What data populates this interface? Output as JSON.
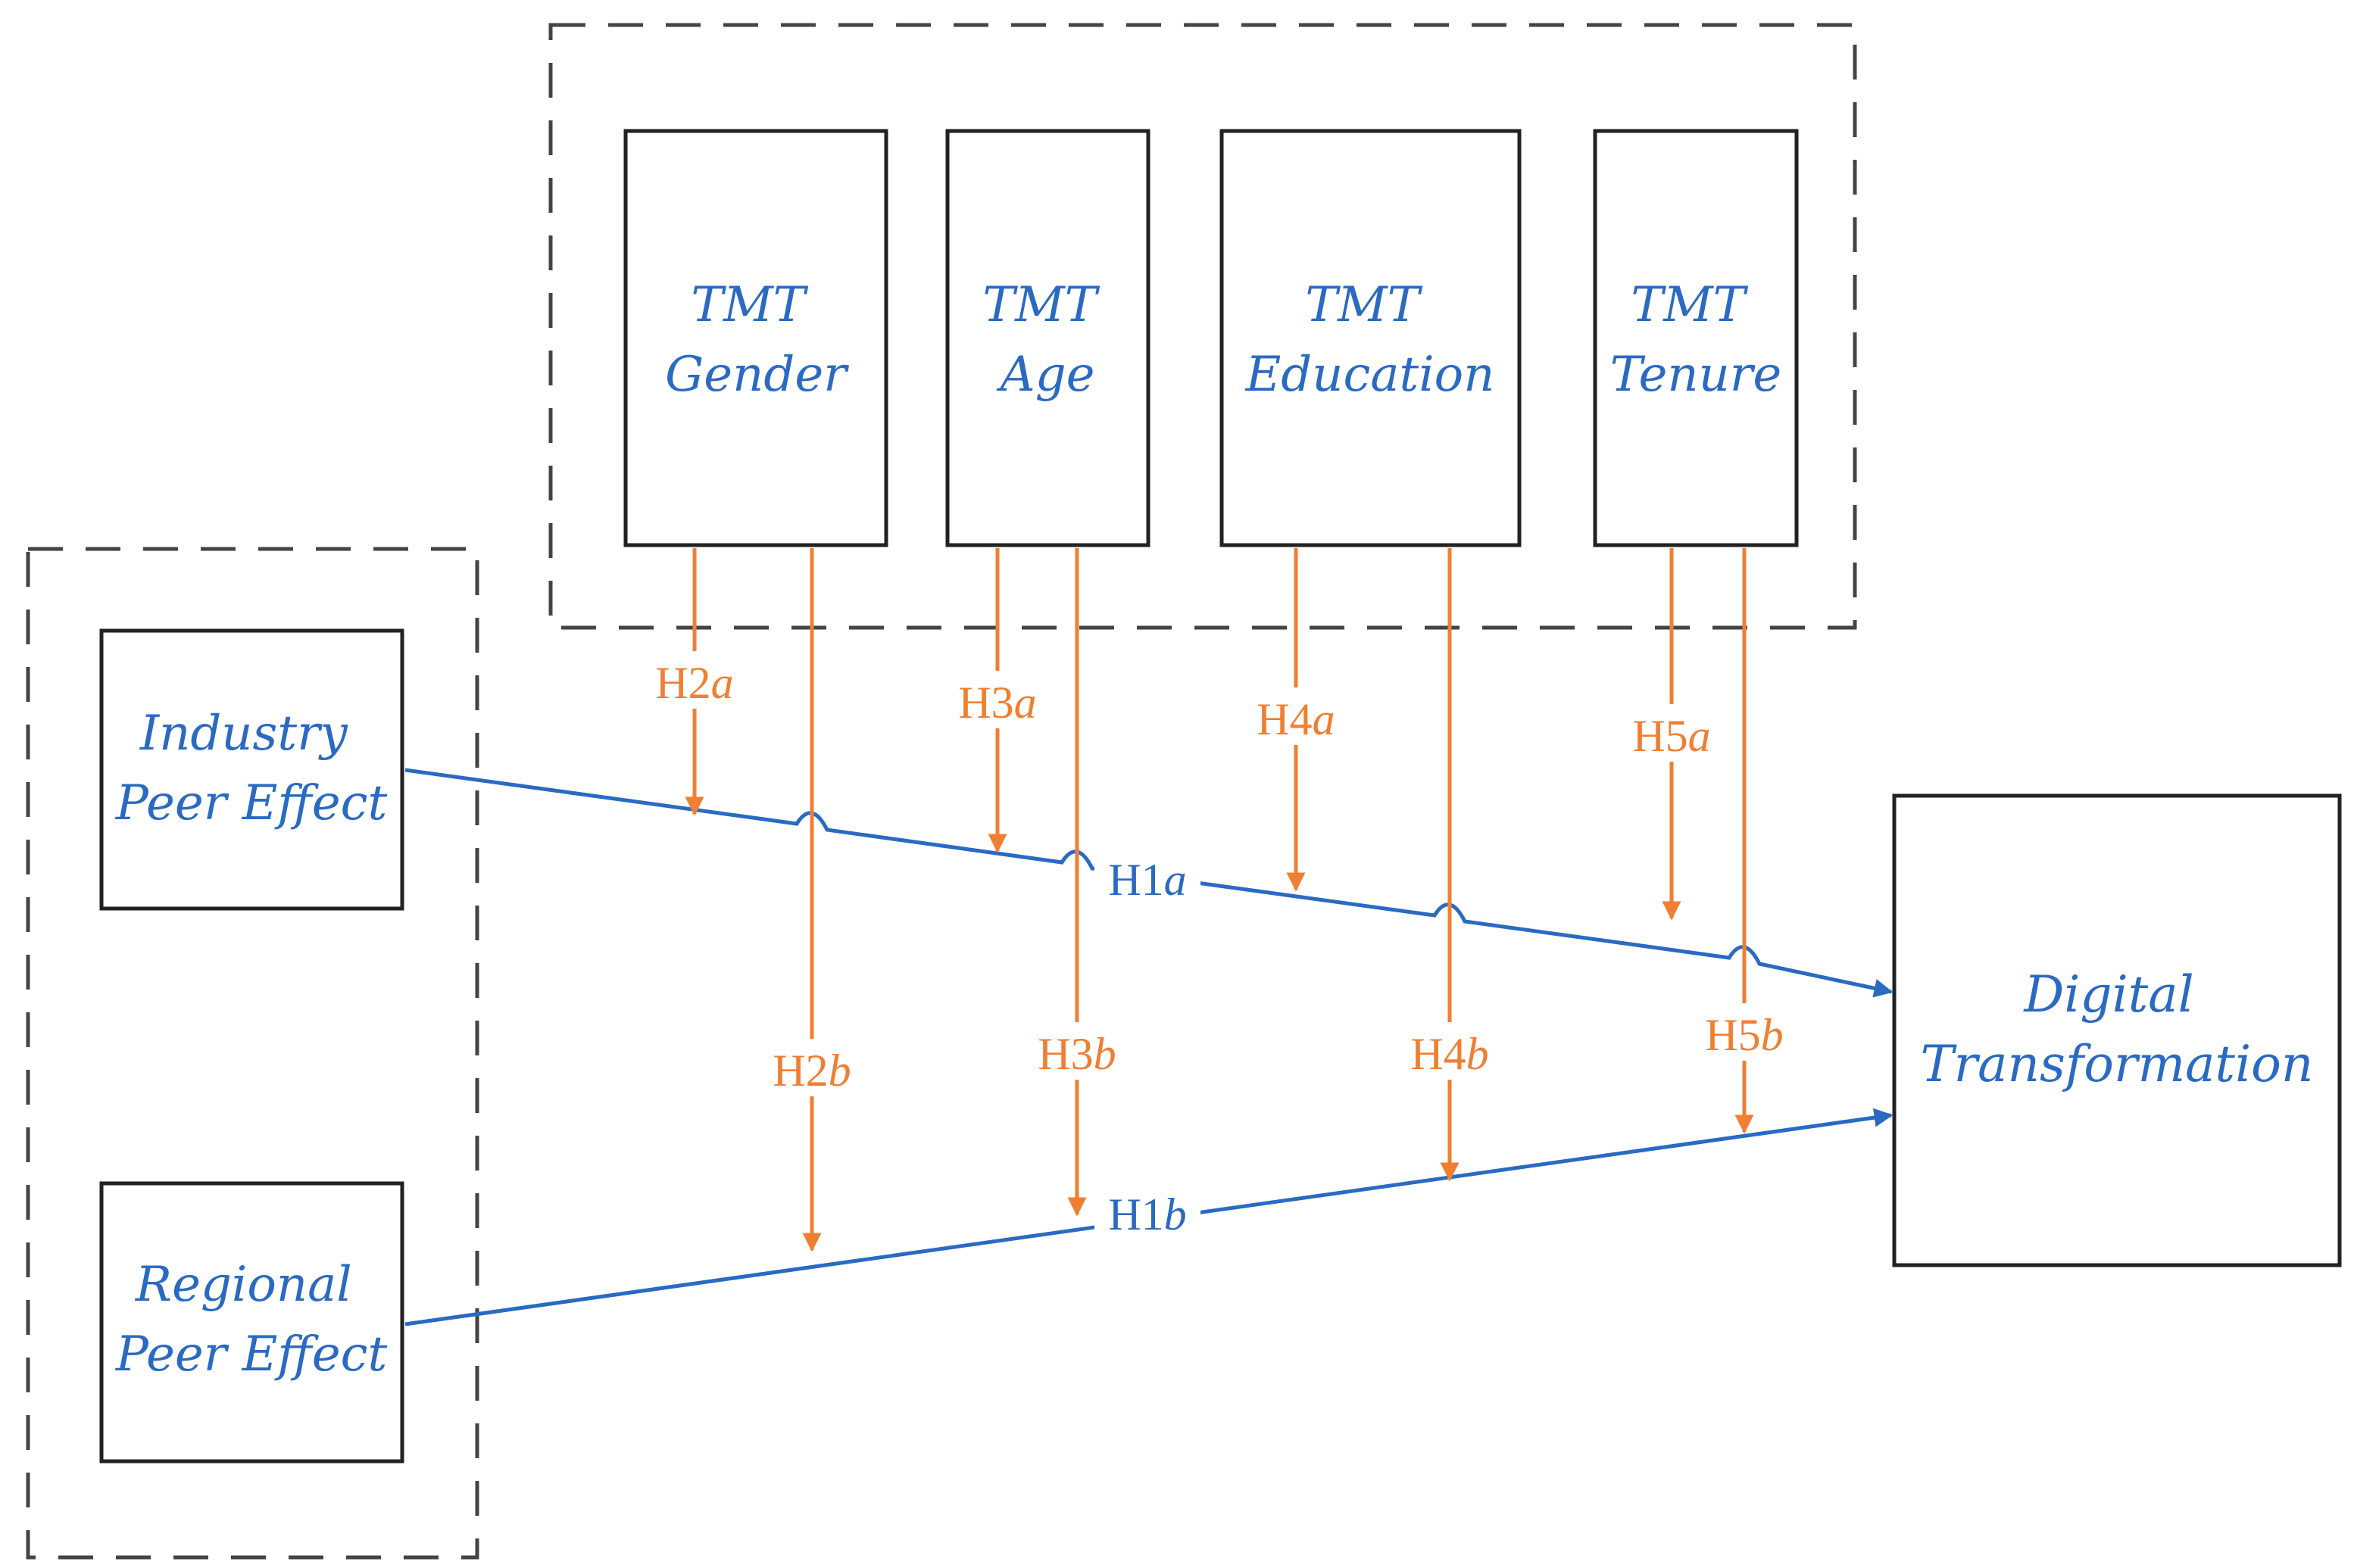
{
  "colors": {
    "blue": "#2a6ac2",
    "orange": "#ef7f33",
    "box_stroke": "#222222",
    "dash_stroke": "#444444"
  },
  "tmt": {
    "gender": {
      "line1": "TMT",
      "line2": "Gender"
    },
    "age": {
      "line1": "TMT",
      "line2": "Age"
    },
    "education": {
      "line1": "TMT",
      "line2": "Education"
    },
    "tenure": {
      "line1": "TMT",
      "line2": "Tenure"
    }
  },
  "peer": {
    "industry": {
      "line1": "Industry",
      "line2": "Peer Effect"
    },
    "regional": {
      "line1": "Regional",
      "line2": "Peer Effect"
    }
  },
  "outcome": {
    "line1": "Digital",
    "line2": "Transformation"
  },
  "hypotheses": {
    "h1a": {
      "num": "H1",
      "letter": "a"
    },
    "h1b": {
      "num": "H1",
      "letter": "b"
    },
    "h2a": {
      "num": "H2",
      "letter": "a"
    },
    "h2b": {
      "num": "H2",
      "letter": "b"
    },
    "h3a": {
      "num": "H3",
      "letter": "a"
    },
    "h3b": {
      "num": "H3",
      "letter": "b"
    },
    "h4a": {
      "num": "H4",
      "letter": "a"
    },
    "h4b": {
      "num": "H4",
      "letter": "b"
    },
    "h5a": {
      "num": "H5",
      "letter": "a"
    },
    "h5b": {
      "num": "H5",
      "letter": "b"
    }
  }
}
